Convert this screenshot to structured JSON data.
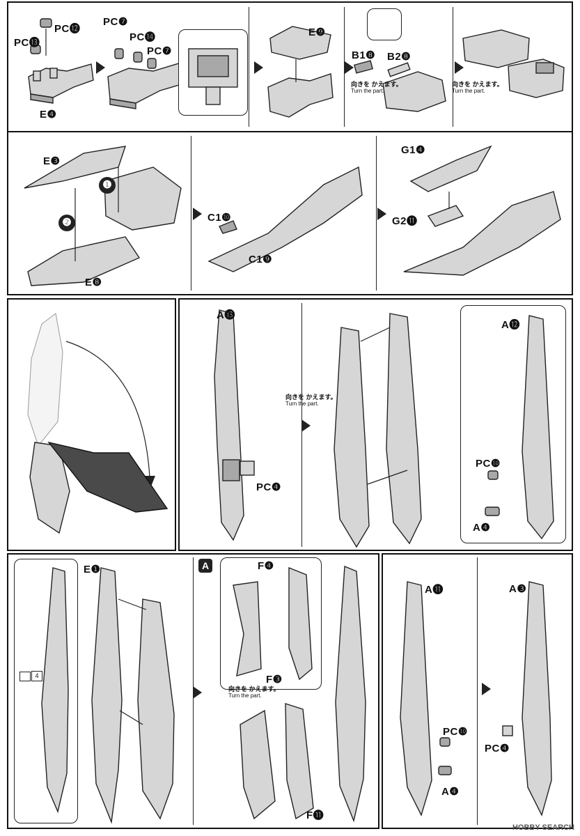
{
  "labels": {
    "r1_pc12": "PC⓬",
    "r1_pc13": "PC⓭",
    "r1_e4": "E❹",
    "r1_pc7a": "PC❼",
    "r1_pc14": "PC⓮",
    "r1_pc7b": "PC❼",
    "r1_e9": "E❾",
    "r1_b18": "B1❽",
    "r1_b28": "B2❽",
    "r2_e3": "E❸",
    "r2_e8": "E❽",
    "r2_c110": "C1❿",
    "r2_c19": "C1❾",
    "r2_g14": "G1❹",
    "r2_g211": "G2⓫",
    "r3_a13": "A⓭",
    "r3_pc4": "PC❹",
    "r3_a12": "A⓬",
    "r3_pc10": "PC❿",
    "r3_a4": "A❹",
    "r4_e1": "E❶",
    "r4_f4": "F❹",
    "r4_f3": "F❸",
    "r4_f11": "F⓫",
    "r4_a11": "A⓫",
    "r4_pc10": "PC❿",
    "r4_a4": "A❹",
    "r4_a3": "A❸",
    "r4_pc4": "PC❹",
    "step1": "❶",
    "step2": "❷",
    "marker_a": "A",
    "small_num": "4"
  },
  "turn_note": {
    "jp": "向きを かえます。",
    "en": "Turn the part."
  },
  "watermark": "HOBBY SEARCH"
}
